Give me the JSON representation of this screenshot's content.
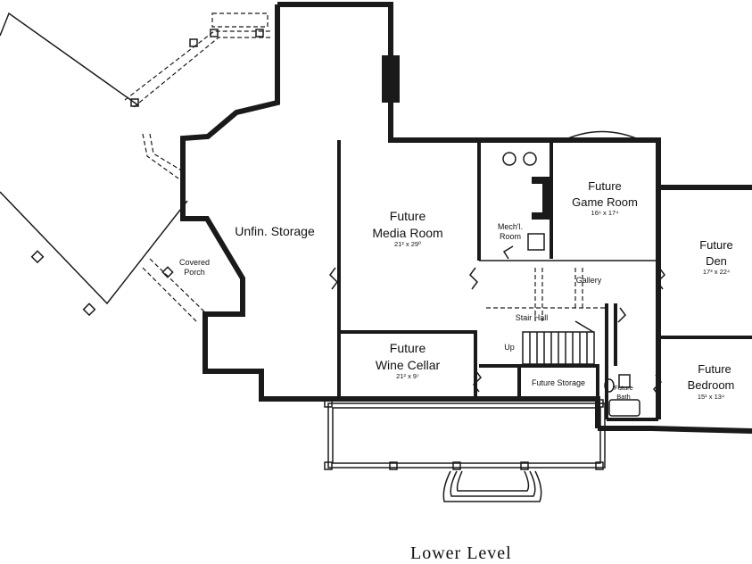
{
  "rooms": {
    "unfin_storage": "Unfin. Storage",
    "covered_porch_1": "Covered",
    "covered_porch_2": "Porch",
    "media_room_1": "Future",
    "media_room_2": "Media Room",
    "media_room_dim": "21² x 29⁰",
    "wine_cellar_1": "Future",
    "wine_cellar_2": "Wine Cellar",
    "wine_cellar_dim": "21² x 9⁷",
    "mech_room_1": "Mech'l.",
    "mech_room_2": "Room",
    "game_room_1": "Future",
    "game_room_2": "Game Room",
    "game_room_dim": "16⁶ x 17⁴",
    "den_1": "Future",
    "den_2": "Den",
    "den_dim": "17³ x 22⁴",
    "gallery": "Gallery",
    "stair_hall": "Stair Hall",
    "up": "Up",
    "future_storage": "Future Storage",
    "future_bath_1": "Future",
    "future_bath_2": "Bath",
    "bedroom_1": "Future",
    "bedroom_2": "Bedroom",
    "bedroom_dim": "15¹ x 13⁴"
  },
  "caption": "Lower Level"
}
